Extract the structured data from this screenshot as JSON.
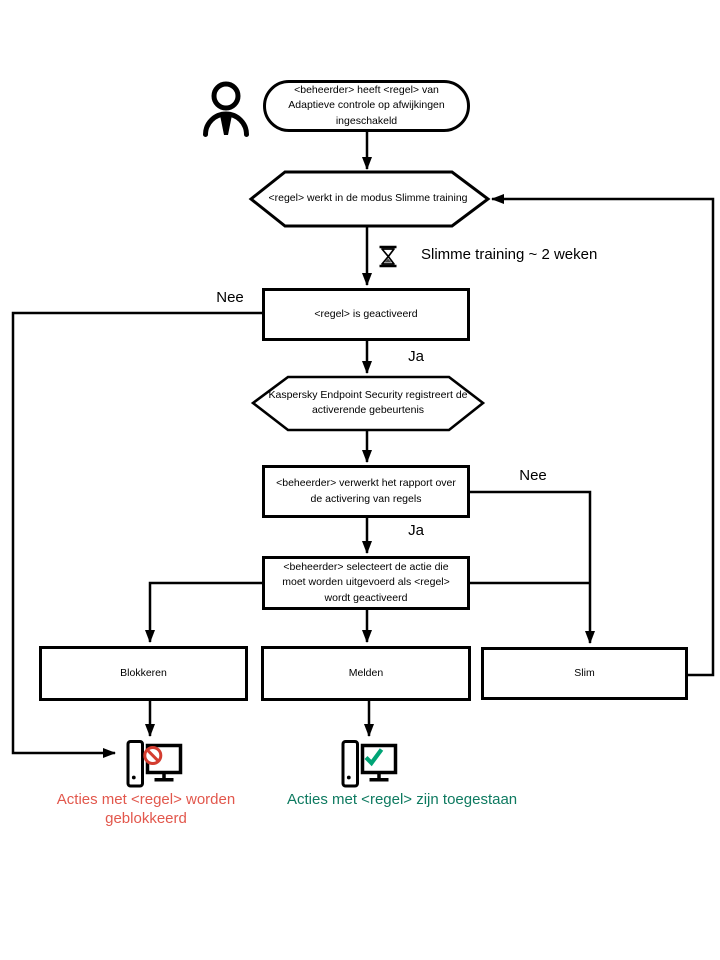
{
  "diagram": {
    "type": "flowchart",
    "language": "nl",
    "nodes": {
      "start": "<beheerder> heeft <regel> van Adaptieve controle op afwijkingen ingeschakeld",
      "training_mode": "<regel> werkt in de modus Slimme training",
      "duration_note": "Slimme training ~ 2 weken",
      "rule_triggered": "<regel> is geactiveerd",
      "registers_event": "Kaspersky Endpoint Security registreert de activerende gebeurtenis",
      "process_report": "<beheerder> verwerkt het rapport over de activering van regels",
      "select_action": "<beheerder> selecteert de actie die moet worden uitgevoerd als <regel> wordt geactiveerd",
      "action_block": "Blokkeren",
      "action_notify": "Melden",
      "action_smart": "Slim",
      "result_blocked": "Acties met <regel> worden geblokkeerd",
      "result_allowed": "Acties met <regel> zijn toegestaan"
    },
    "labels": {
      "no_left": "Nee",
      "yes_top": "Ja",
      "no_right": "Nee",
      "yes_bottom": "Ja"
    },
    "icons": {
      "person": "administrator-person-icon",
      "hourglass": "hourglass-icon",
      "computer_blocked": "computer-prohibited-icon",
      "computer_allowed": "computer-checkmark-icon"
    },
    "colors": {
      "line": "#000000",
      "node_fill": "#ffffff",
      "blocked_text": "#e2574c",
      "prohibit_icon": "#d43d30",
      "allowed_text": "#0e7a60",
      "check_icon": "#00a476"
    }
  }
}
